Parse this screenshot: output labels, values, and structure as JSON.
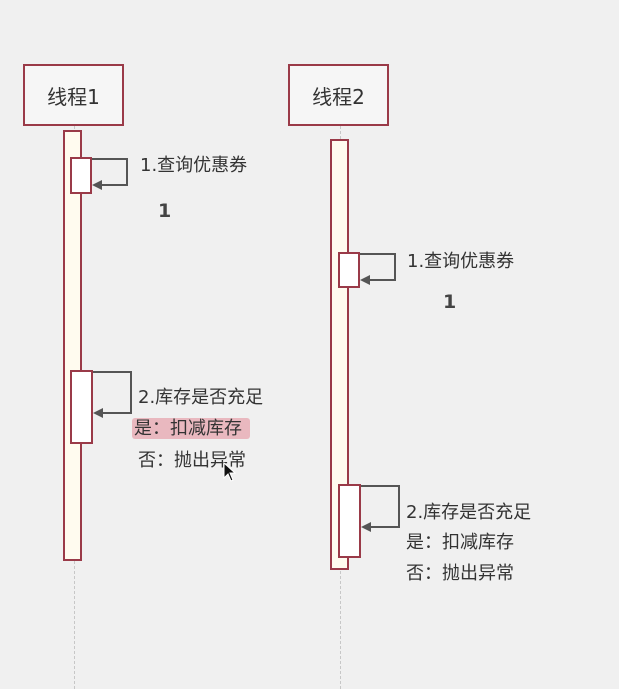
{
  "threads": [
    {
      "name": "线程1",
      "step1": "1.查询优惠券",
      "count": "1",
      "step2": "2.库存是否充足",
      "yes": "是：扣减库存",
      "no": "否：抛出异常"
    },
    {
      "name": "线程2",
      "step1": "1.查询优惠券",
      "count": "1",
      "step2": "2.库存是否充足",
      "yes": "是：扣减库存",
      "no": "否：抛出异常"
    }
  ],
  "colors": {
    "border": "#9a3a48",
    "bar_fill": "#fffbef",
    "highlight": "#e9b8bf",
    "background": "#f0f0f0"
  }
}
